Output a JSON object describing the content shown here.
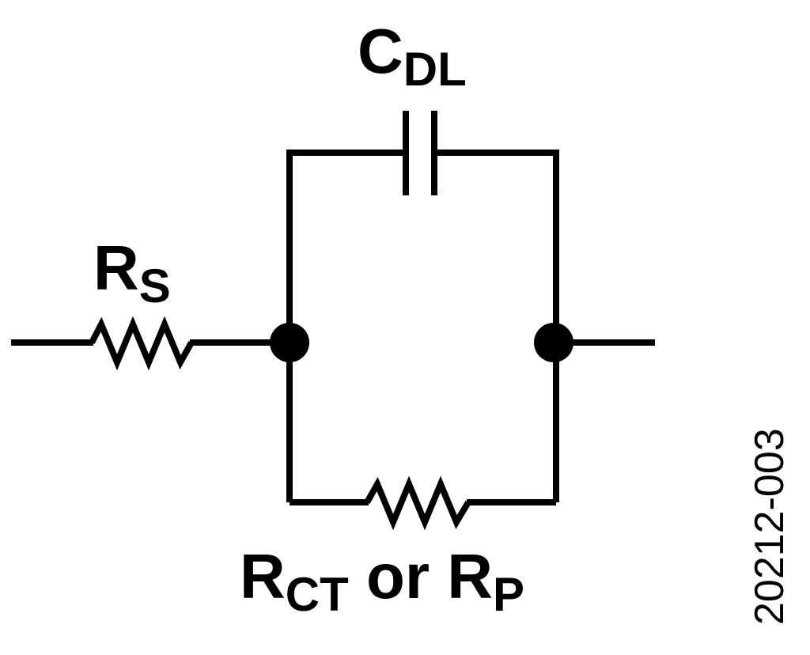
{
  "labels": {
    "capacitor": {
      "main": "C",
      "sub": "DL"
    },
    "series_resistor": {
      "main": "R",
      "sub": "S"
    },
    "parallel_resistor": {
      "main1": "R",
      "sub1": "CT",
      "connector": " or ",
      "main2": "R",
      "sub2": "P"
    }
  },
  "figure_id": "20212-003",
  "colors": {
    "stroke": "#000000",
    "background": "#ffffff"
  }
}
